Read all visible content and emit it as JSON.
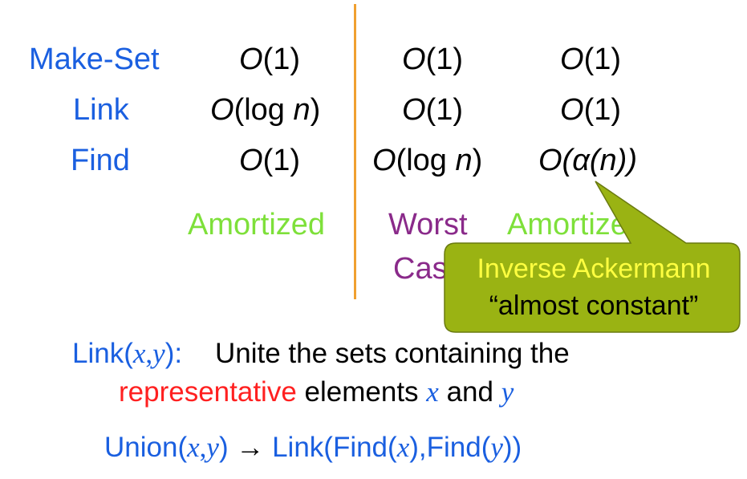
{
  "colors": {
    "row_label": "#1a5fe0",
    "col_amortized": "#7ee03a",
    "col_worst": "#8a2a8a",
    "divider": "#f0a030",
    "callout_fill": "#9ab313",
    "callout_title": "#ffff40",
    "highlight": "#ff2020"
  },
  "table": {
    "rows": [
      {
        "label": "Make-Set",
        "c1": [
          "O",
          "(1)"
        ],
        "c2": [
          "O",
          "(1)"
        ],
        "c3": [
          "O",
          "(1)"
        ]
      },
      {
        "label": "Link",
        "c1": [
          "O",
          "(log ",
          "n",
          ")"
        ],
        "c2": [
          "O",
          "(1)"
        ],
        "c3": [
          "O",
          "(1)"
        ]
      },
      {
        "label": "Find",
        "c1": [
          "O",
          "(1)"
        ],
        "c2": [
          "O",
          "(log ",
          "n",
          ")"
        ],
        "c3": "O(α(n))"
      }
    ],
    "columns": {
      "amortized": "Amortized",
      "worst_line1": "Worst",
      "worst_line2": "Case",
      "amortized2": "Amortized"
    }
  },
  "callout": {
    "line1": "Inverse Ackermann",
    "line2": "“almost constant”"
  },
  "definition": {
    "link_fn": "Link(",
    "x": "x",
    "comma": ",",
    "y": "y",
    "close": "):",
    "text1": "Unite the sets containing the",
    "representative": "representative",
    "text2": "elements",
    "and": "and"
  },
  "union": {
    "fn": "Union(",
    "arrow": "→",
    "link_find": "Link(Find(",
    "find": "),Find(",
    "end": "))"
  }
}
